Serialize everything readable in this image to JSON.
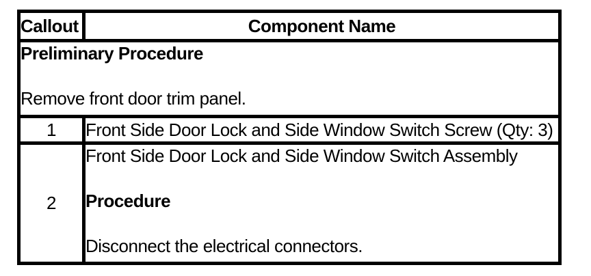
{
  "colors": {
    "background": "#ffffff",
    "border": "#000000",
    "text": "#000000"
  },
  "table": {
    "headers": {
      "callout": "Callout",
      "component_name": "Component Name"
    },
    "preliminary": {
      "title": "Preliminary Procedure",
      "step": "Remove front door trim panel."
    },
    "rows": [
      {
        "callout": "1",
        "component": "Front Side Door Lock and Side Window Switch Screw (Qty: 3)"
      },
      {
        "callout": "2",
        "component": "Front Side Door Lock and Side Window Switch Assembly",
        "procedure_label": "Procedure",
        "procedure_step": "Disconnect the electrical connectors."
      }
    ]
  }
}
